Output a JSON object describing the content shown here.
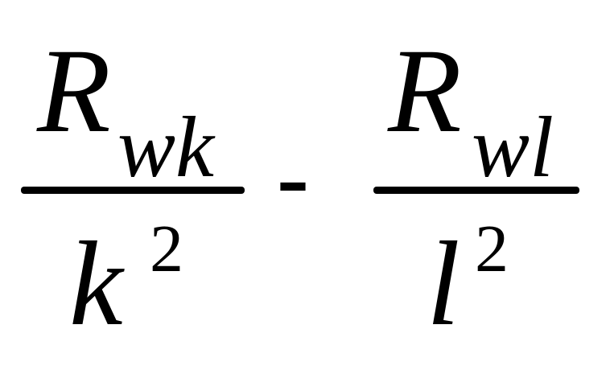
{
  "formula": {
    "left_fraction": {
      "numerator": {
        "base": "R",
        "subscript": "wk"
      },
      "denominator": {
        "base": "k",
        "superscript": "2"
      }
    },
    "operator": "-",
    "right_fraction": {
      "numerator": {
        "base": "R",
        "subscript": "wl"
      },
      "denominator": {
        "base": "l",
        "superscript": "2"
      }
    }
  }
}
